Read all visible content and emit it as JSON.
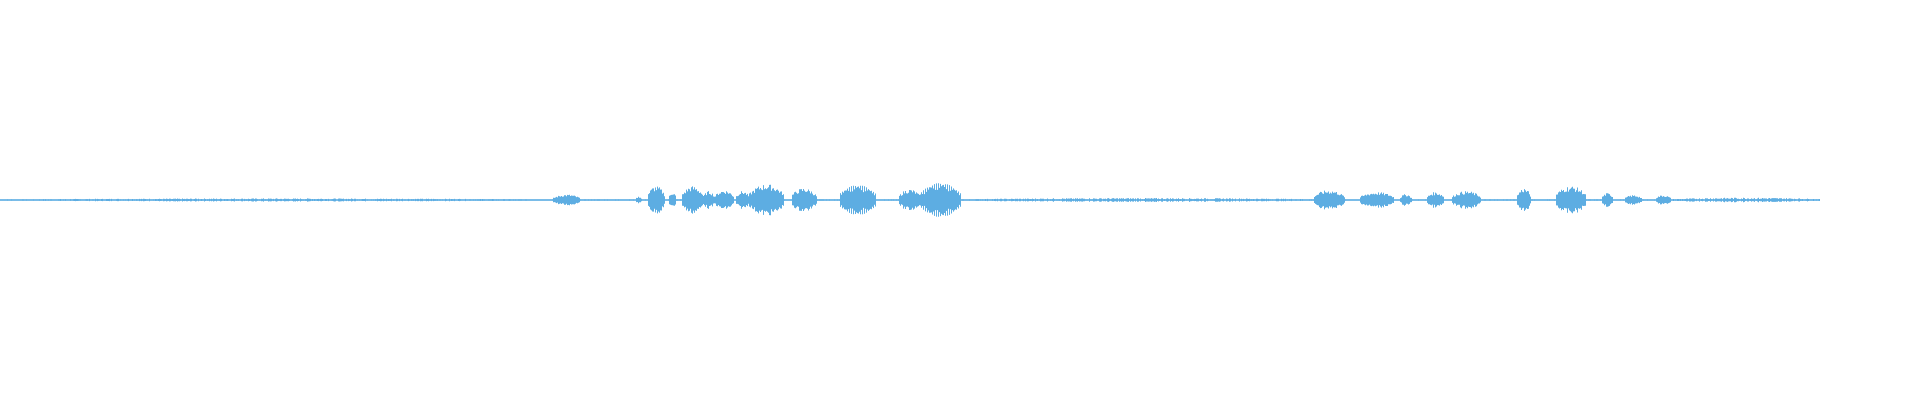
{
  "waveform": {
    "color": "#5dade2",
    "background": "#ffffff",
    "duration_fraction_drawn": 0.948,
    "envelope": {
      "baseline_amplitude": 0.004,
      "segments": [
        {
          "start": 0.0,
          "end": 0.285,
          "amplitude": 0.008,
          "texture": "noise"
        },
        {
          "start": 0.288,
          "end": 0.302,
          "amplitude": 0.028,
          "texture": "burst"
        },
        {
          "start": 0.331,
          "end": 0.334,
          "amplitude": 0.018,
          "texture": "burst"
        },
        {
          "start": 0.337,
          "end": 0.346,
          "amplitude": 0.07,
          "texture": "burst"
        },
        {
          "start": 0.348,
          "end": 0.352,
          "amplitude": 0.04,
          "texture": "burst"
        },
        {
          "start": 0.355,
          "end": 0.366,
          "amplitude": 0.07,
          "texture": "burst"
        },
        {
          "start": 0.366,
          "end": 0.372,
          "amplitude": 0.045,
          "texture": "burst"
        },
        {
          "start": 0.372,
          "end": 0.382,
          "amplitude": 0.05,
          "texture": "burst"
        },
        {
          "start": 0.383,
          "end": 0.39,
          "amplitude": 0.045,
          "texture": "burst"
        },
        {
          "start": 0.39,
          "end": 0.408,
          "amplitude": 0.08,
          "texture": "burst"
        },
        {
          "start": 0.412,
          "end": 0.425,
          "amplitude": 0.06,
          "texture": "burst"
        },
        {
          "start": 0.437,
          "end": 0.456,
          "amplitude": 0.075,
          "texture": "fine"
        },
        {
          "start": 0.468,
          "end": 0.479,
          "amplitude": 0.055,
          "texture": "burst"
        },
        {
          "start": 0.479,
          "end": 0.5,
          "amplitude": 0.085,
          "texture": "fine"
        },
        {
          "start": 0.5,
          "end": 0.69,
          "amplitude": 0.01,
          "texture": "noise"
        },
        {
          "start": 0.684,
          "end": 0.7,
          "amplitude": 0.05,
          "texture": "burst"
        },
        {
          "start": 0.708,
          "end": 0.726,
          "amplitude": 0.04,
          "texture": "burst"
        },
        {
          "start": 0.729,
          "end": 0.735,
          "amplitude": 0.03,
          "texture": "burst"
        },
        {
          "start": 0.743,
          "end": 0.752,
          "amplitude": 0.04,
          "texture": "burst"
        },
        {
          "start": 0.756,
          "end": 0.771,
          "amplitude": 0.045,
          "texture": "burst"
        },
        {
          "start": 0.79,
          "end": 0.797,
          "amplitude": 0.06,
          "texture": "burst"
        },
        {
          "start": 0.81,
          "end": 0.826,
          "amplitude": 0.07,
          "texture": "burst"
        },
        {
          "start": 0.834,
          "end": 0.84,
          "amplitude": 0.035,
          "texture": "burst"
        },
        {
          "start": 0.846,
          "end": 0.855,
          "amplitude": 0.025,
          "texture": "burst"
        },
        {
          "start": 0.862,
          "end": 0.87,
          "amplitude": 0.025,
          "texture": "burst"
        },
        {
          "start": 0.87,
          "end": 0.948,
          "amplitude": 0.012,
          "texture": "noise"
        }
      ]
    }
  }
}
